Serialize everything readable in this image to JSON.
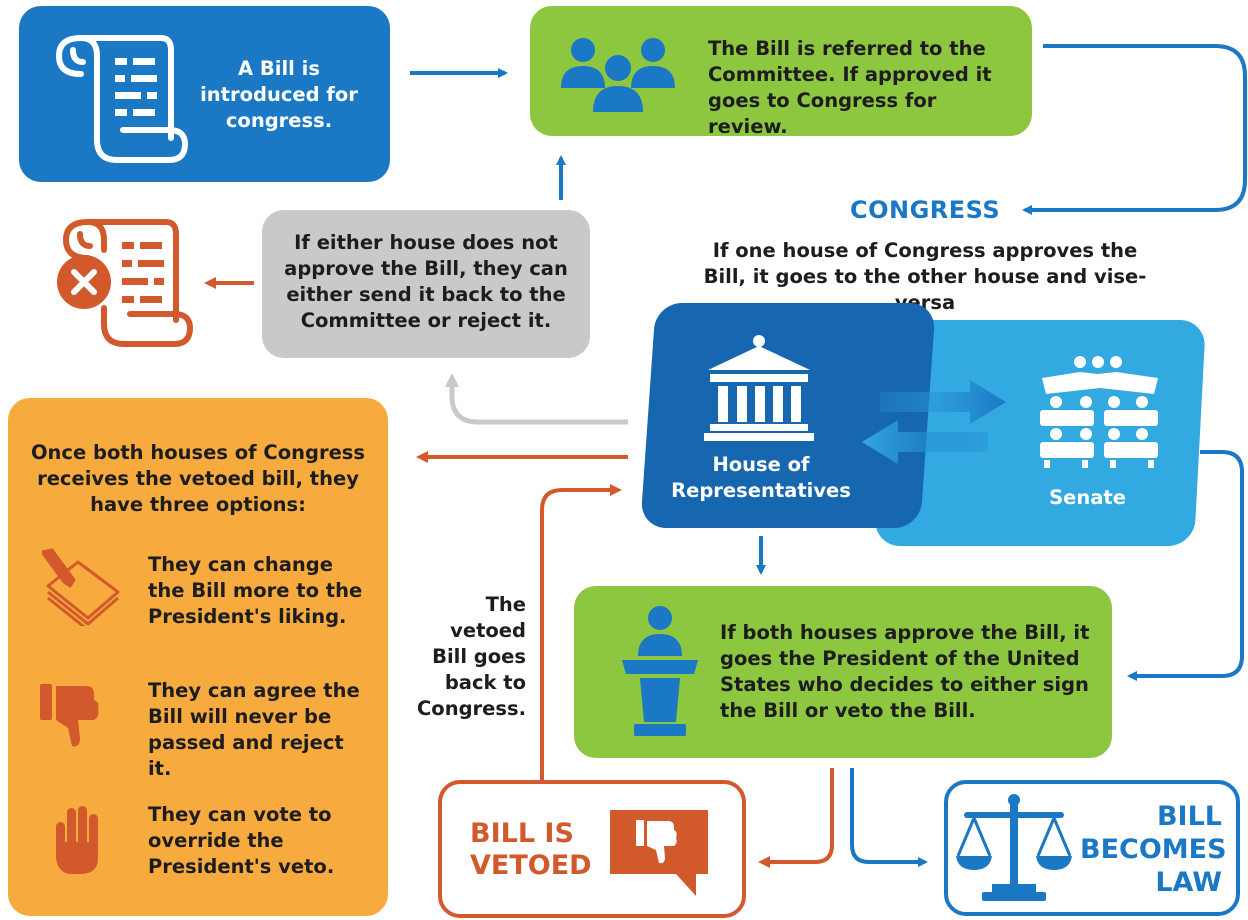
{
  "colors": {
    "blue": "#1b78c4",
    "dark_blue": "#1766b0",
    "light_blue": "#32a9e1",
    "green": "#8dc63f",
    "gray": "#c8c9cb",
    "orange": "#f7ab3e",
    "rust": "#d2592c",
    "white": "#ffffff",
    "text_dark": "#1d1d1d"
  },
  "intro": {
    "text": "A Bill is introduced for congress.",
    "icon": "scroll-icon"
  },
  "committee": {
    "text": "The Bill is referred to the Committee. If approved it goes to Congress for review.",
    "icon": "people-group-icon"
  },
  "congress": {
    "heading": "CONGRESS",
    "note": "If one house of Congress approves the Bill, it goes to the other house and vise-versa"
  },
  "rejection": {
    "text": "If either house does not approve the Bill, they can either send it back to the Committee or reject it.",
    "icon": "rejected-scroll-icon"
  },
  "house": {
    "label": "House of Representatives",
    "icon": "capitol-building-icon"
  },
  "senate": {
    "label": "Senate",
    "icon": "senate-seats-icon"
  },
  "options": {
    "intro": "Once both houses of Congress receives the vetoed bill, they have three options:",
    "items": [
      {
        "text": "They can change the Bill more to the President's liking.",
        "icon": "paper-pencil-icon"
      },
      {
        "text": "They can agree the Bill will never be passed and reject it.",
        "icon": "thumbs-down-icon"
      },
      {
        "text": "They can vote to override the President's veto.",
        "icon": "hand-stop-icon"
      }
    ]
  },
  "return_note": "The vetoed Bill goes back to Congress.",
  "president": {
    "text": "If both houses approve the Bill, it goes the President of the United States who decides to either sign the Bill or veto the Bill.",
    "icon": "podium-speaker-icon"
  },
  "veto": {
    "label": "BILL IS VETOED",
    "icon": "thumbs-down-bubble-icon"
  },
  "law": {
    "label": "BILL BECOMES LAW",
    "icon": "scales-of-justice-icon"
  }
}
